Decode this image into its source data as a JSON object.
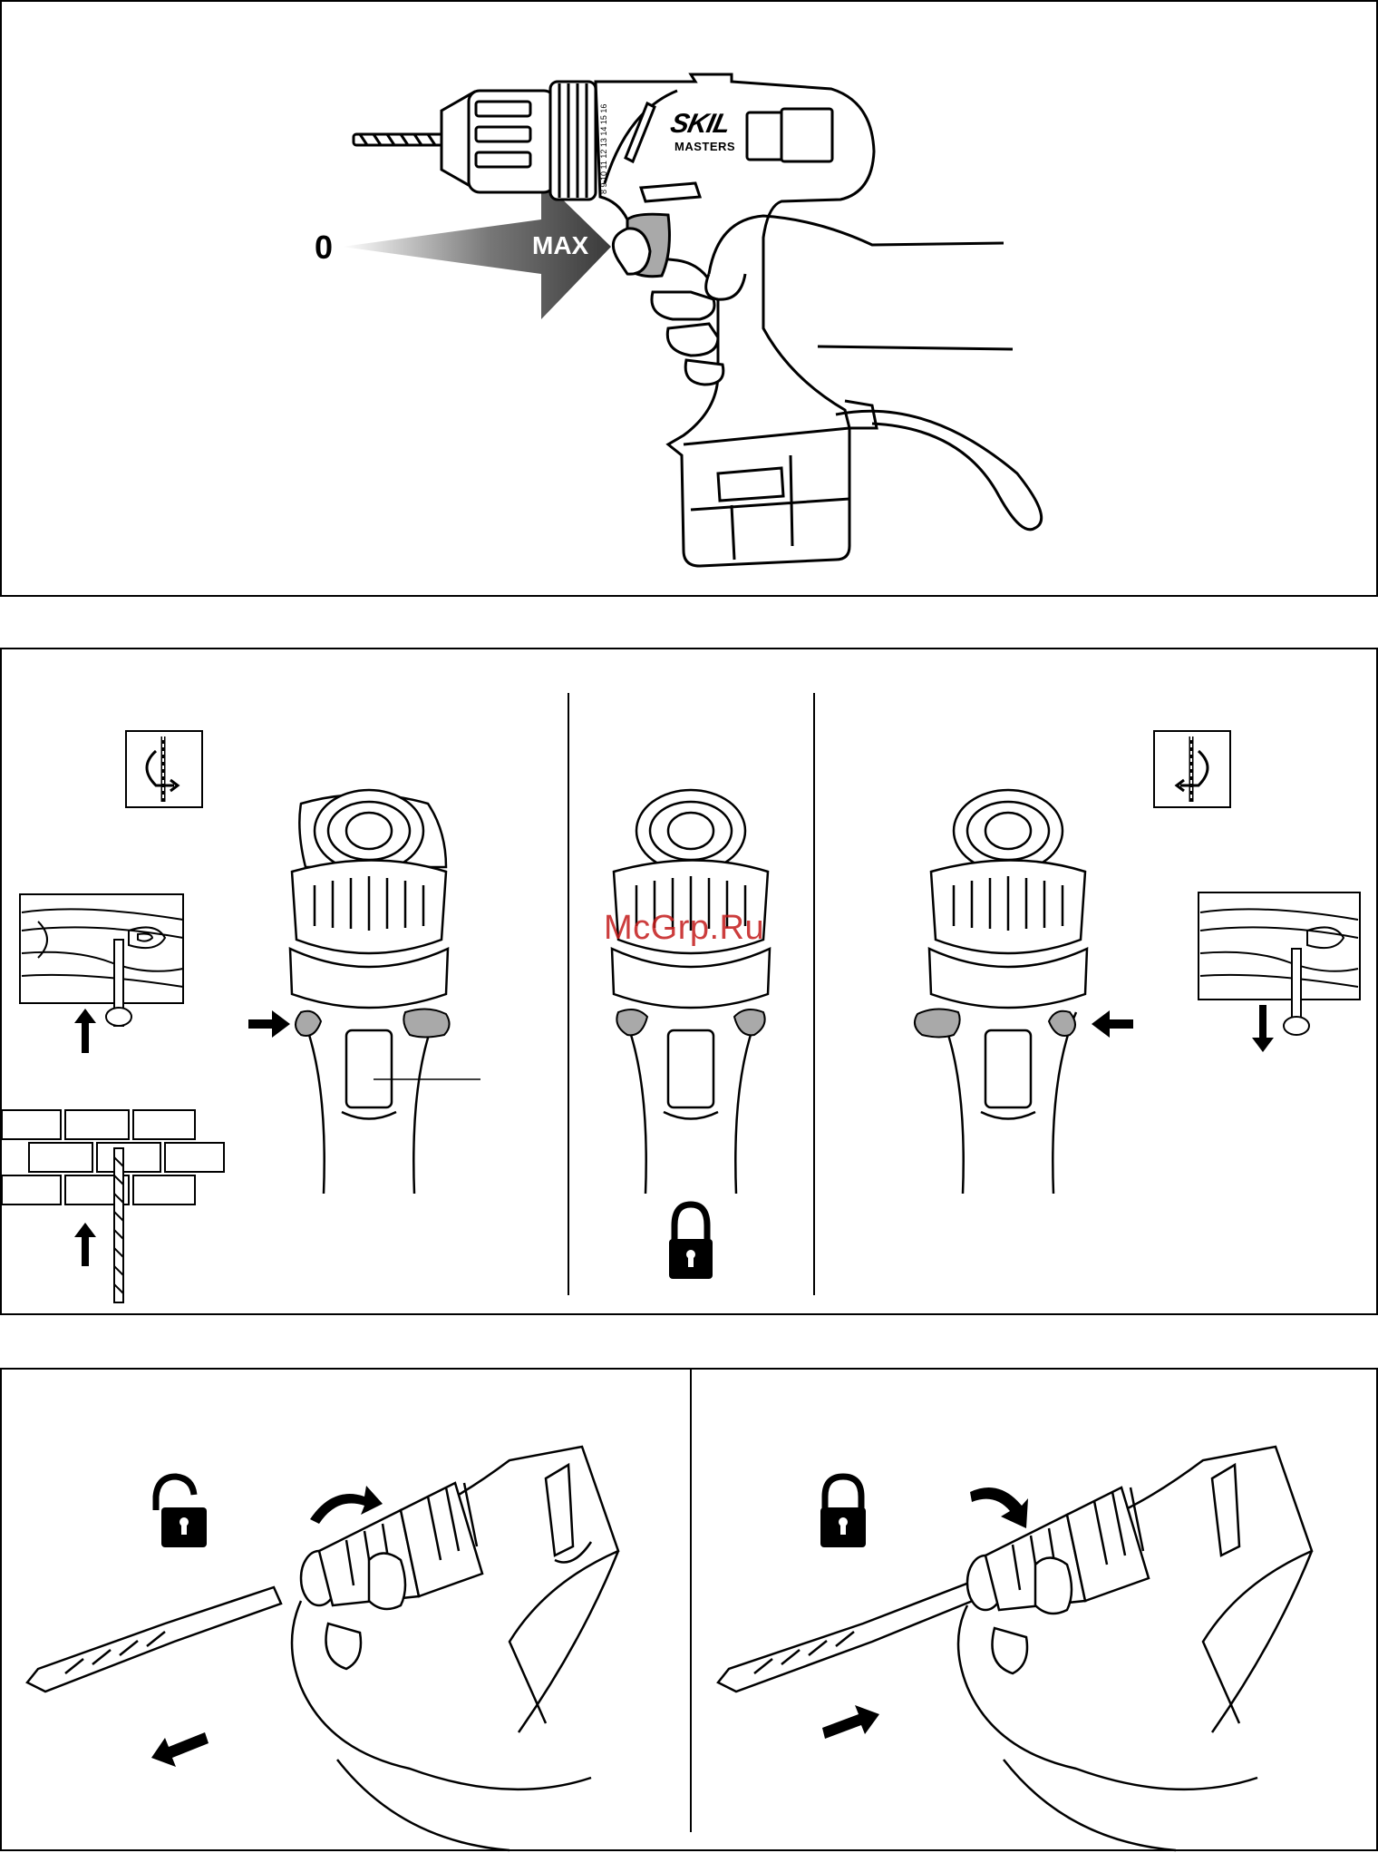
{
  "panel_speed": {
    "zero_label": "0",
    "max_label": "MAX",
    "brand": "SKIL",
    "brand_sub": "MASTERS",
    "clutch_scale": "8 9 10 11 12 13 14 15 16"
  },
  "panel_direction": {
    "watermark": "McGrp.Ru"
  },
  "colors": {
    "ink": "#000000",
    "switch_gray": "#a9a9a9",
    "watermark_red": "#c41c1c"
  },
  "icons": {
    "rotate_cw": "rotate-clockwise-icon",
    "rotate_ccw": "rotate-counterclockwise-icon",
    "lock": "lock-icon",
    "unlock": "unlock-icon"
  }
}
